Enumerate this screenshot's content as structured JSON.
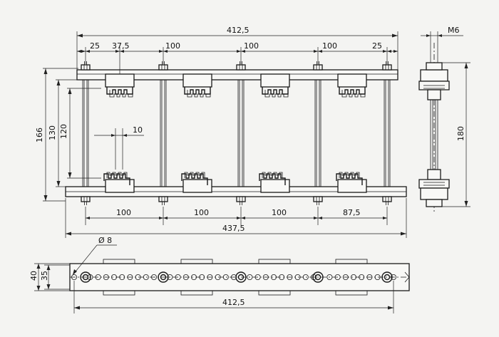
{
  "dimensions": {
    "top_total": "412,5",
    "top_left_margin": "25",
    "top_first_offset": "37,5",
    "top_pitch_1": "100",
    "top_pitch_2": "100",
    "top_pitch_3": "100",
    "top_right_margin": "25",
    "bolt_size": "M6",
    "height_overall": "166",
    "height_mid": "130",
    "height_inner": "120",
    "clip_width": "10",
    "side_height": "180",
    "bottom_pitch_1": "100",
    "bottom_pitch_2": "100",
    "bottom_pitch_3": "100",
    "bottom_last": "87,5",
    "bottom_total": "437,5",
    "hole_diameter": "Ø 8",
    "plan_width_outer": "40",
    "plan_width_inner": "35",
    "plan_total": "412,5"
  }
}
